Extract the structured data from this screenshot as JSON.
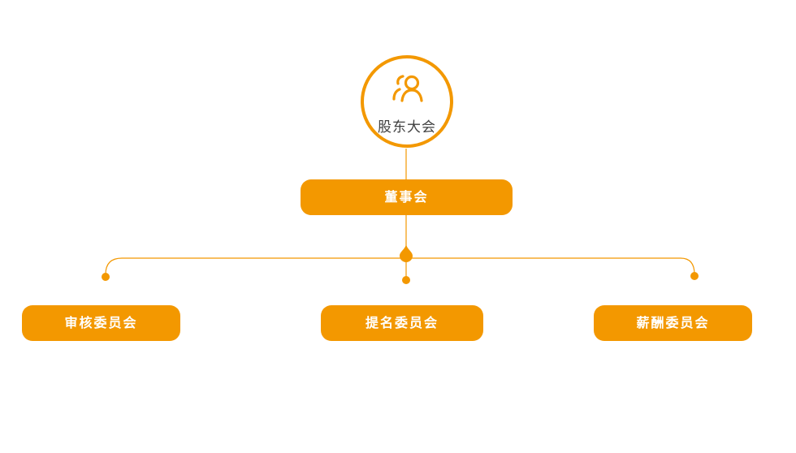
{
  "colors": {
    "accent": "#f39800",
    "root_text": "#404040",
    "pill_text": "#ffffff",
    "background": "#ffffff"
  },
  "root": {
    "icon": "people-icon",
    "label": "股东大会"
  },
  "board": {
    "label": "董事会"
  },
  "committees": [
    {
      "label": "审核委员会"
    },
    {
      "label": "提名委员会"
    },
    {
      "label": "薪酬委员会"
    }
  ]
}
